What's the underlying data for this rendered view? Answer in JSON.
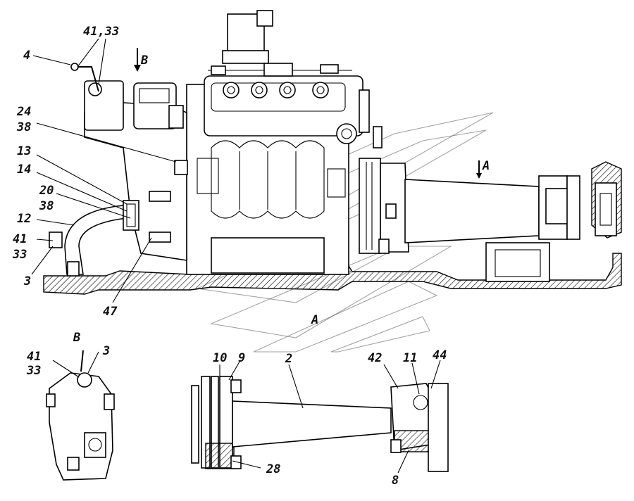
{
  "labels": {
    "l_41_33_top": "41,33",
    "l_4": "4",
    "l_b_arrow": "B",
    "l_24": "24",
    "l_38_a": "38",
    "l_13": "13",
    "l_14": "14",
    "l_20": "20",
    "l_38_b": "38",
    "l_12": "12",
    "l_41_left": "41",
    "l_33_left": "33",
    "l_3_left": "3",
    "l_47": "47",
    "l_a_arrow": "A",
    "l_a_section": "A",
    "l_b_view": "B",
    "l_3_view": "3",
    "l_41_view": "41",
    "l_33_view": "33",
    "l_10": "10",
    "l_9": "9",
    "l_2": "2",
    "l_42": "42",
    "l_11": "11",
    "l_44": "44",
    "l_28": "28",
    "l_8": "8"
  }
}
